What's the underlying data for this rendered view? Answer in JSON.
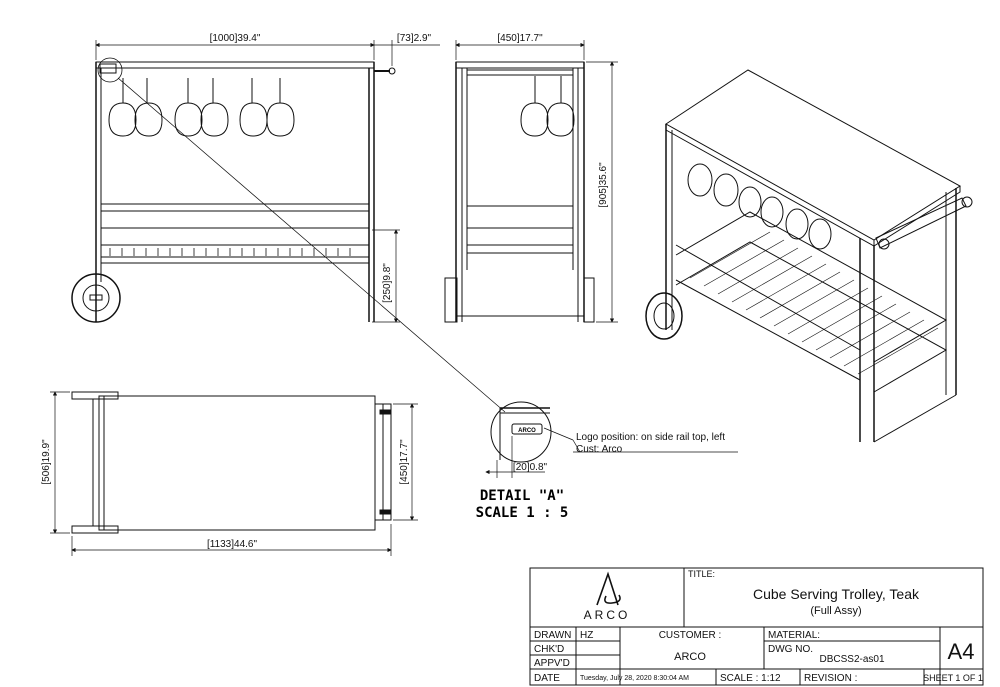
{
  "dimensions": {
    "front_width": "[1000]39.4\"",
    "handle_offset": "[73]2.9\"",
    "side_width": "[450]17.7\"",
    "height": "[905]35.6\"",
    "shelf_height": "[250]9.8\"",
    "top_depth": "[506]19.9\"",
    "top_inner_depth": "[450]17.7\"",
    "overall_length": "[1133]44.6\"",
    "logo_offset": "[20]0.8\""
  },
  "detail": {
    "logo_text": "ARCO",
    "note_line1": "Logo position: on side rail top, left",
    "note_line2": "Cust: Arco",
    "title": "DETAIL \"A\"",
    "scale": "SCALE 1 : 5"
  },
  "title_block": {
    "brand": "ARCO",
    "title_label": "TITLE:",
    "title": "Cube Serving Trolley, Teak",
    "subtitle": "(Full Assy)",
    "drawn_label": "DRAWN",
    "drawn_value": "HZ",
    "chkd_label": "CHK'D",
    "apprvd_label": "APPV'D",
    "date_label": "DATE",
    "date_value": "Tuesday, July 28, 2020 8:30:04 AM",
    "customer_label": "CUSTOMER :",
    "customer_value": "ARCO",
    "material_label": "MATERIAL:",
    "dwg_label": "DWG NO.",
    "dwg_value": "DBCSS2-as01",
    "sheet_size": "A4",
    "scale_label": "SCALE : 1:12",
    "revision_label": "REVISION :",
    "sheet_label": "SHEET 1 OF 1"
  }
}
